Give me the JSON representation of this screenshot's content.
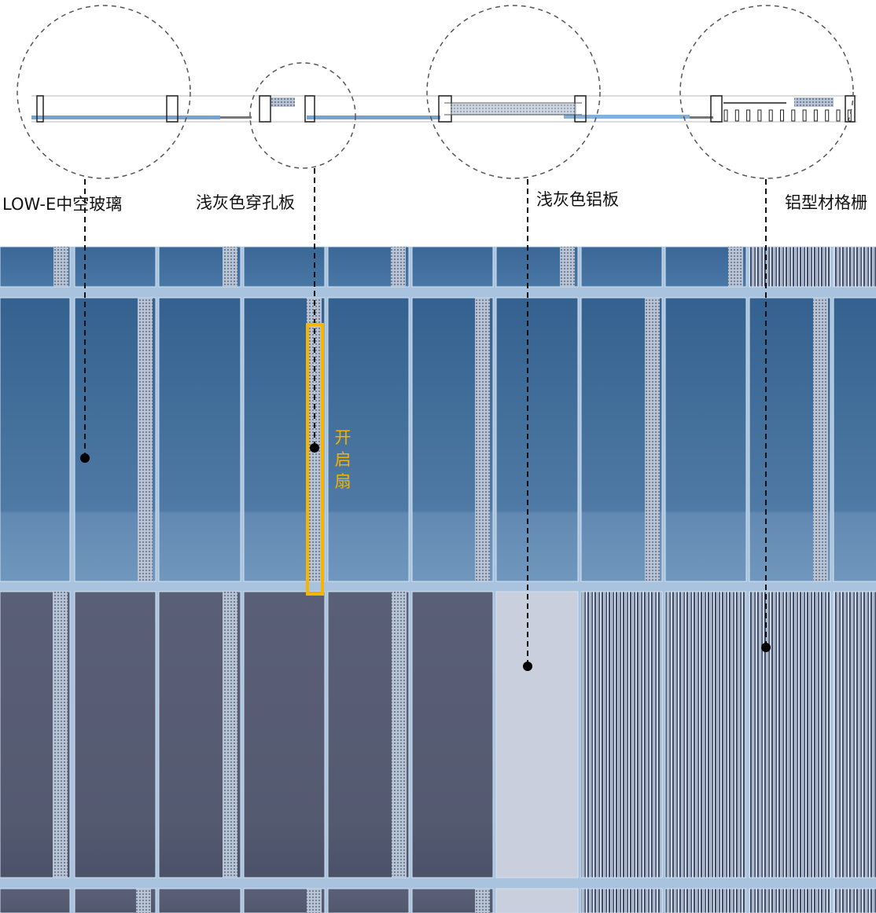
{
  "labels": {
    "glass": "LOW-E中空玻璃",
    "perforated": "浅灰色穿孔板",
    "aluminum": "浅灰色铝板",
    "grille": "铝型材格栅",
    "operable_window": "开启扇"
  },
  "colors": {
    "glass": "#3f6f9c",
    "glass_dark": "#555a70",
    "mullion": "#a9c3df",
    "aluminum_panel": "#c9cfdc",
    "highlight": "#f7b500",
    "leader": "#111111",
    "plan_glass": "#4f8fc9"
  }
}
